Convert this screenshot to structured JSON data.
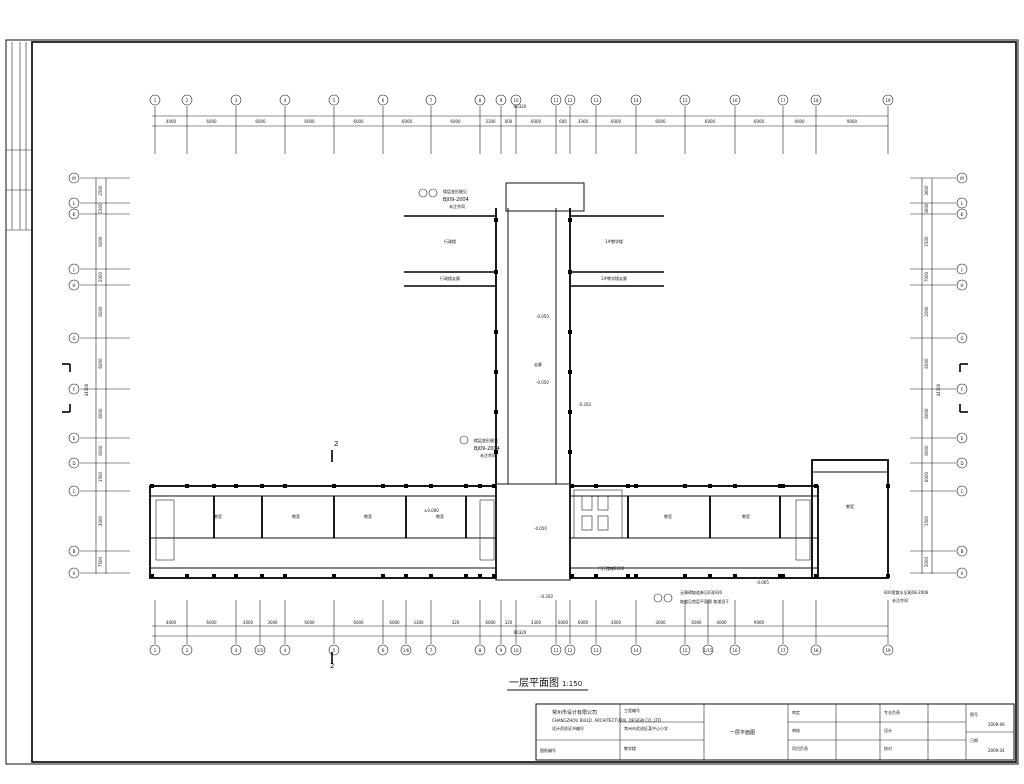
{
  "drawing": {
    "title": "一层平面图",
    "scale": "1:150",
    "section_mark": "2"
  },
  "axes": {
    "top": [
      "1",
      "2",
      "3",
      "4",
      "5",
      "6",
      "7",
      "8",
      "9",
      "10",
      "11",
      "12",
      "13",
      "14",
      "15",
      "16",
      "17",
      "18",
      "19"
    ],
    "bottom": [
      "1",
      "2",
      "3",
      "1/3",
      "4",
      "5",
      "6",
      "1/6",
      "7",
      "8",
      "9",
      "10",
      "11",
      "12",
      "13",
      "14",
      "15",
      "1/15",
      "16",
      "17",
      "18",
      "19"
    ],
    "rows": [
      "M",
      "L",
      "K",
      "J",
      "H",
      "G",
      "F",
      "E",
      "D",
      "C",
      "B",
      "A"
    ]
  },
  "dims": {
    "top_row": [
      "4000",
      "6000",
      "6000",
      "6000",
      "6000",
      "6000",
      "6000",
      "3300",
      "600",
      "6000",
      "600",
      "3300",
      "6000",
      "6000",
      "6000",
      "6000",
      "4000",
      "9000"
    ],
    "top_total": "90320",
    "bottom_row": [
      "4000",
      "6000",
      "3000",
      "3000",
      "6000",
      "6000",
      "6000",
      "3300",
      "320",
      "6000",
      "320",
      "3300",
      "6000",
      "6000",
      "3000",
      "3000",
      "6000",
      "4000",
      "9000"
    ],
    "bottom_total": "90320",
    "left_col": [
      "2500",
      "1500",
      "6000",
      "2000",
      "6000",
      "6000",
      "6000",
      "6000",
      "1500",
      "3000",
      "7500",
      "2500"
    ],
    "right_col": [
      "3600",
      "3600",
      "1500",
      "7000",
      "2000",
      "6000",
      "6000",
      "6000",
      "6000",
      "1500",
      "3000",
      "7500",
      "2500"
    ],
    "total_h": "44100"
  },
  "rooms": {
    "corridor": "走廊",
    "classroom": "教室",
    "admin": "行政楼",
    "admin_corridor": "行政楼走廊",
    "teach1": "1#教学楼",
    "teach1_corridor": "1#教学楼走廊"
  },
  "notes": {
    "link1_a": "楼层变形缝见",
    "link1_b": "BJ09-2004",
    "link1_c": "未注余同",
    "link2_a": "楼层变形缝见",
    "link2_b": "BJ09-2004",
    "link2_c": "未注余同",
    "ramp_a": "无障碍坡道参见03J926",
    "ramp_b": "坡道见首层平面图  坡道设于",
    "drain_a": "600宽散水见BJ08-2006",
    "drain_b": "未注余同",
    "stair_note": "门厅楼梯2200"
  },
  "levels": {
    "l1": "-0.050",
    "l2": "-0.050",
    "l3": "-0.350",
    "l4": "±0.000",
    "l5": "-0.050",
    "l6": "-0.350",
    "l7": "-0.065"
  },
  "title_block": {
    "company": "常州市设计有限公司",
    "company_en": "CHANGZHOU BUILD. ARCHITECTURAL DESIGN CO.,LTD",
    "cert": "设计资质证书编号",
    "project": "常州市武进区某中心小学",
    "sub_project": "教学楼",
    "drawing_name": "一层平面图",
    "row_labels": [
      "审定",
      "审核",
      "项目负责",
      "专业负责",
      "设计",
      "校对"
    ],
    "right_labels": [
      "图号",
      "日期"
    ],
    "date": "2009-06",
    "sheet_no": "2009.04",
    "left_lbl": "图纸编号",
    "proj_no": "工程编号"
  }
}
